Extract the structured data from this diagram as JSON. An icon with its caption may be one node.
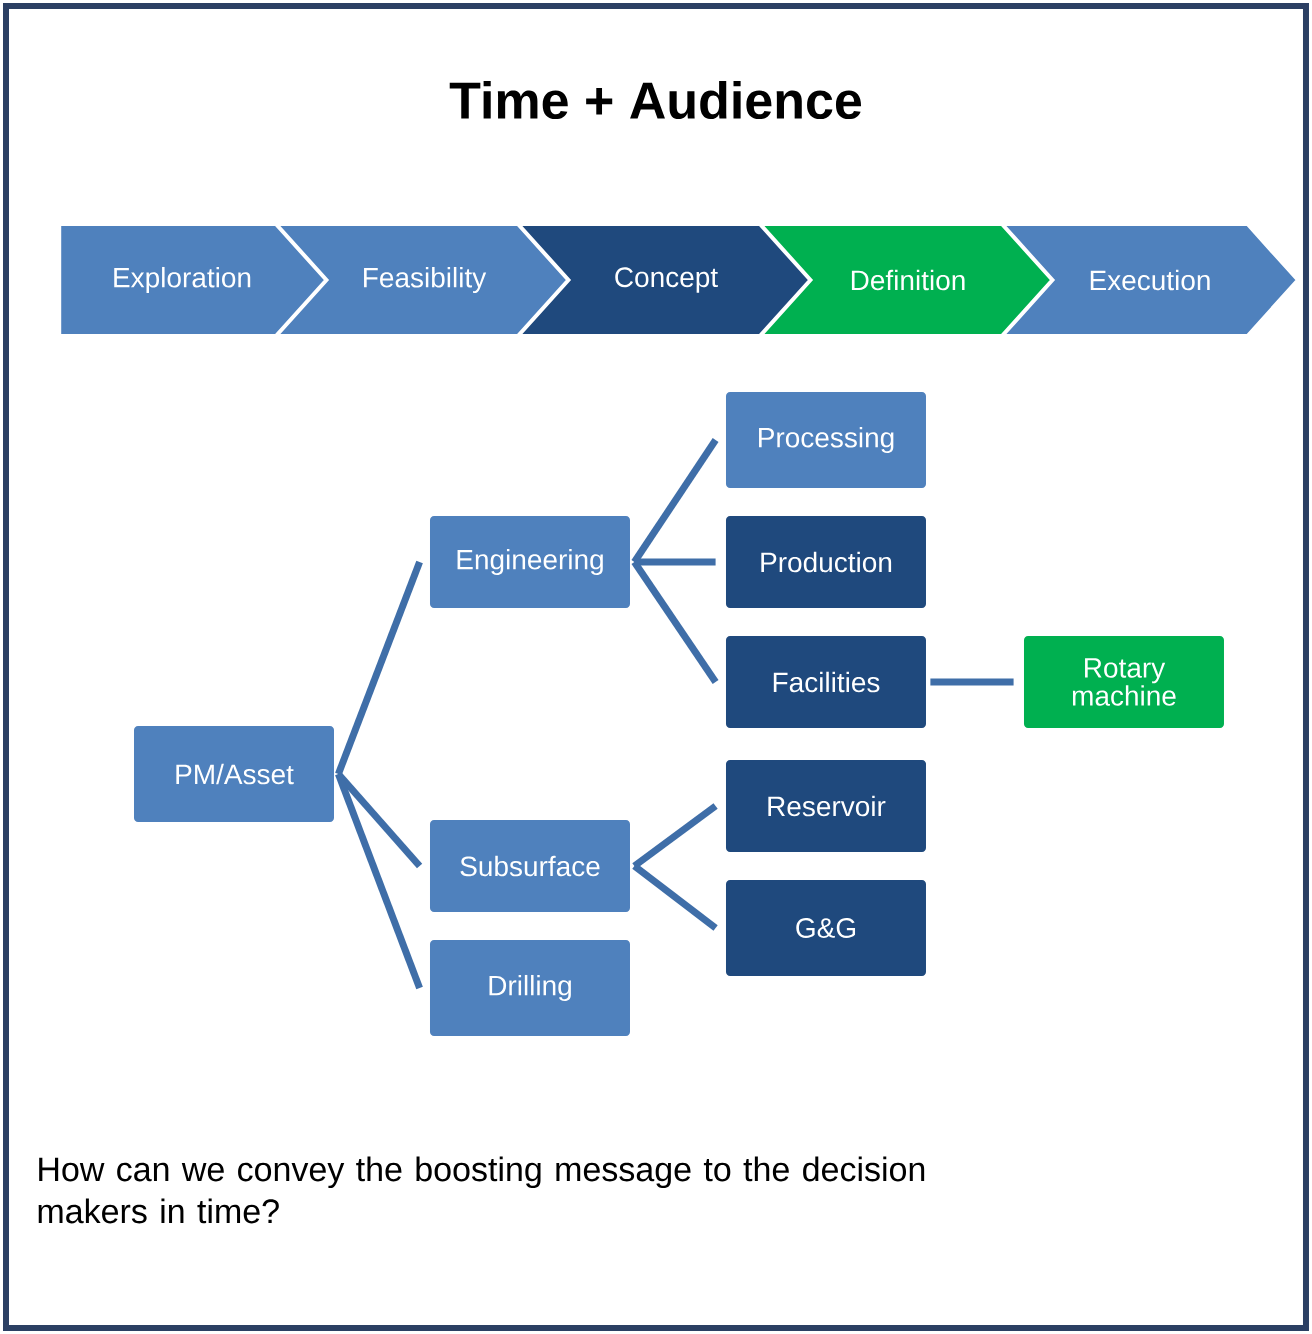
{
  "diagram": {
    "title": "Time + Audience",
    "nodes": [
      {
        "text": [
          "Exploration"
        ]
      },
      {
        "text": [
          "Feasibility"
        ]
      },
      {
        "text": [
          "Concept"
        ]
      },
      {
        "text": [
          "Definition"
        ]
      },
      {
        "text": [
          "Execution"
        ]
      },
      {
        "text": [
          "PM/Asset"
        ]
      },
      {
        "text": [
          "Engineering"
        ]
      },
      {
        "text": [
          "Subsurface"
        ]
      },
      {
        "text": [
          "Drilling"
        ]
      },
      {
        "text": [
          "Processing"
        ]
      },
      {
        "text": [
          "Production"
        ]
      },
      {
        "text": [
          "Facilities"
        ]
      },
      {
        "text": [
          "Reservoir"
        ]
      },
      {
        "text": [
          "G&G"
        ]
      },
      {
        "text": [
          "Rotary machine"
        ]
      }
    ],
    "edges": [
      {
        "from": 5,
        "to": 6,
        "arrow": "none"
      },
      {
        "from": 5,
        "to": 7,
        "arrow": "none"
      },
      {
        "from": 5,
        "to": 8,
        "arrow": "none"
      },
      {
        "from": 6,
        "to": 9,
        "arrow": "none"
      },
      {
        "from": 6,
        "to": 10,
        "arrow": "none"
      },
      {
        "from": 6,
        "to": 11,
        "arrow": "none"
      },
      {
        "from": 7,
        "to": 12,
        "arrow": "none"
      },
      {
        "from": 7,
        "to": 13,
        "arrow": "none"
      },
      {
        "from": 11,
        "to": 14,
        "arrow": "none"
      }
    ],
    "labels": [
      "How can we convey the boosting message to the decision makers in time?"
    ]
  }
}
